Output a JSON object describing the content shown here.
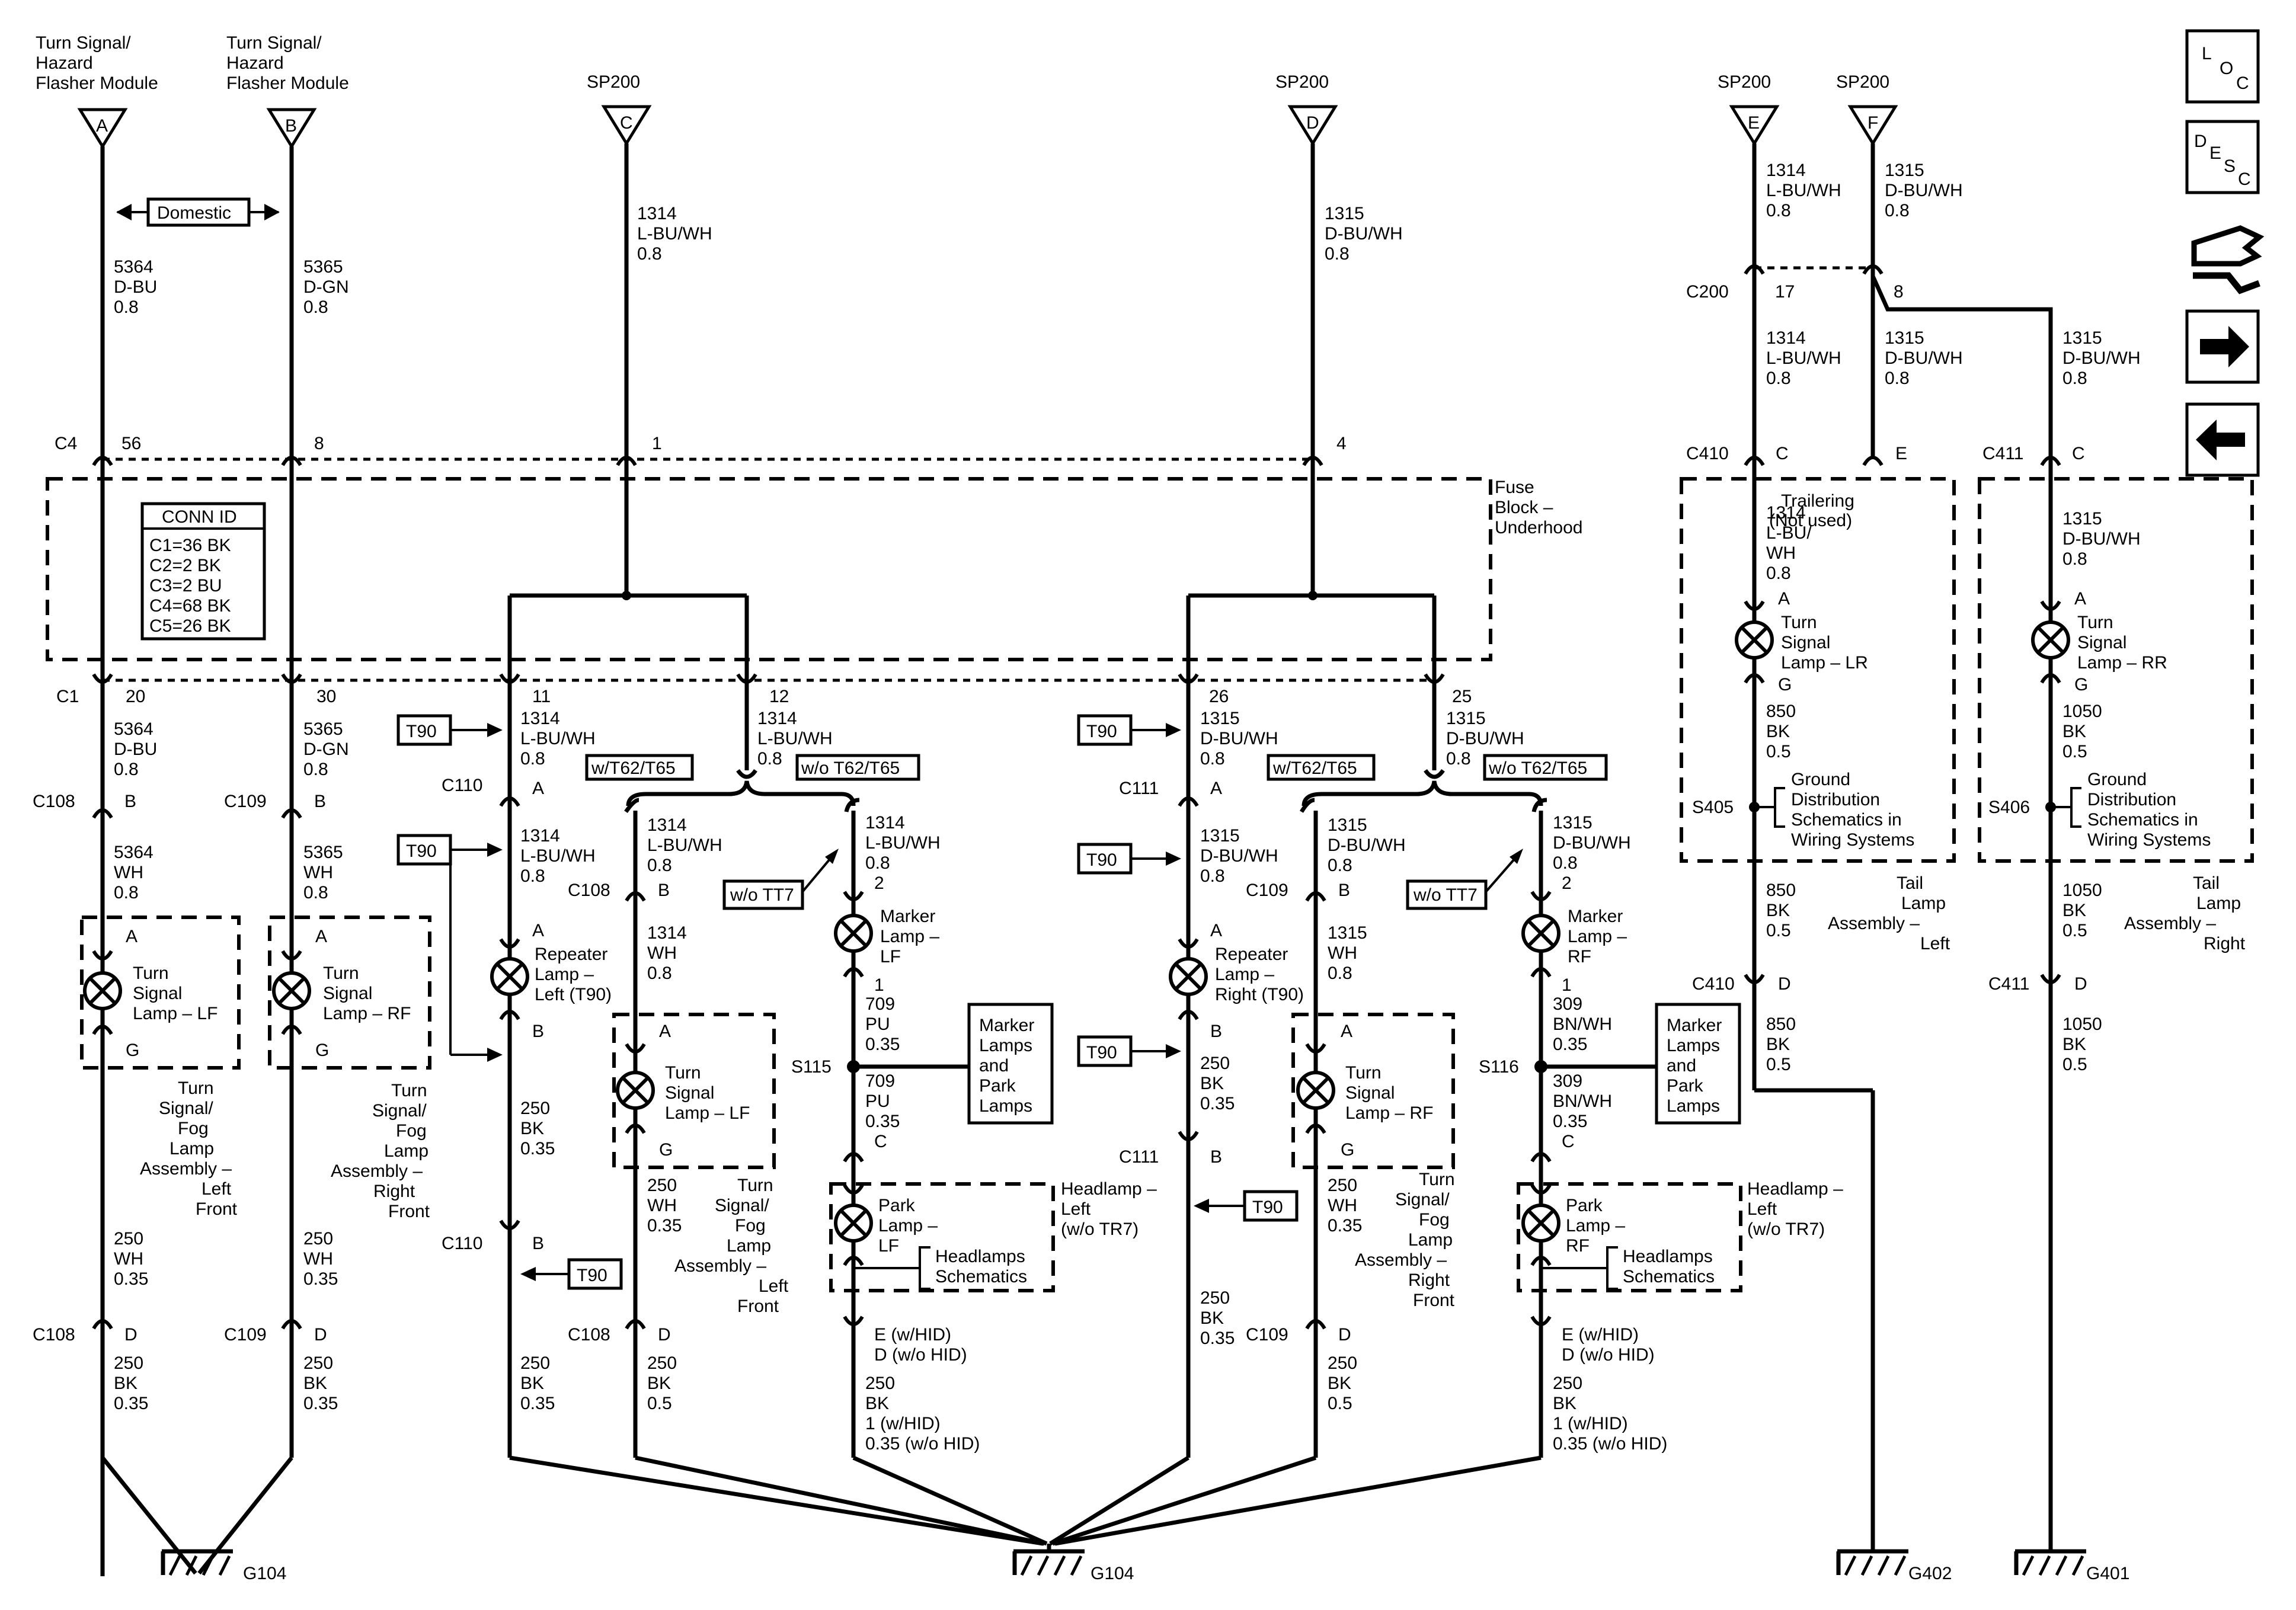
{
  "sources": {
    "tsa": [
      "Turn Signal/",
      "Hazard",
      "Flasher Module"
    ],
    "tsb": [
      "Turn Signal/",
      "Hazard",
      "Flasher Module"
    ],
    "sp": "SP200",
    "letters": [
      "A",
      "B",
      "C",
      "D",
      "E",
      "F"
    ],
    "domestic": "Domestic"
  },
  "fuse_block": [
    "Fuse",
    "Block –",
    "Underhood"
  ],
  "conn_id": {
    "title": "CONN ID",
    "rows": [
      "C1=36 BK",
      "C2=2 BK",
      "C3=2 BU",
      "C4=68 BK",
      "C5=26 BK"
    ]
  },
  "trailering": [
    "Trailering",
    "(Not used)"
  ],
  "icons": {
    "loc": [
      "L",
      "O",
      "C"
    ],
    "desc": [
      "D",
      "E",
      "S",
      "C"
    ]
  },
  "conn": {
    "c4": "C4",
    "c1": "C1",
    "c108": "C108",
    "c109": "C109",
    "c110": "C110",
    "c111": "C111",
    "c200": "C200",
    "c410": "C410",
    "c411": "C411"
  },
  "pins": {
    "p56": "56",
    "p8": "8",
    "p1": "1",
    "p4": "4",
    "p20": "20",
    "p30": "30",
    "p11": "11",
    "p12": "12",
    "p26": "26",
    "p25": "25",
    "p17": "17",
    "p8b": "8",
    "A": "A",
    "B": "B",
    "C": "C",
    "D": "D",
    "E": "E",
    "G": "G",
    "p2": "2",
    "p1b": "1"
  },
  "wires": {
    "w5364dbu": [
      "5364",
      "D-BU",
      "0.8"
    ],
    "w5365dgn": [
      "5365",
      "D-GN",
      "0.8"
    ],
    "w1314a": [
      "1314",
      "L-BU/WH",
      "0.8"
    ],
    "w1315a": [
      "1315",
      "D-BU/WH",
      "0.8"
    ],
    "w5364wh": [
      "5364",
      "WH",
      "0.8"
    ],
    "w5365wh": [
      "5365",
      "WH",
      "0.8"
    ],
    "w250wh035": [
      "250",
      "WH",
      "0.35"
    ],
    "w250bk035": [
      "250",
      "BK",
      "0.35"
    ],
    "w1314wh": [
      "1314",
      "WH",
      "0.8"
    ],
    "w1315wh": [
      "1315",
      "WH",
      "0.8"
    ],
    "w250bk05": [
      "250",
      "BK",
      "0.5"
    ],
    "w709pu": [
      "709",
      "PU",
      "0.35"
    ],
    "w309bn": [
      "309",
      "BN/WH",
      "0.35"
    ],
    "w250bk1": [
      "250",
      "BK",
      "1 (w/HID)",
      "0.35 (w/o HID)"
    ],
    "w1314lr": [
      "1314",
      "L-BU/",
      "WH",
      "0.8"
    ],
    "w850bk": [
      "850",
      "BK",
      "0.5"
    ],
    "w1050bk": [
      "1050",
      "BK",
      "0.5"
    ],
    "ed": [
      "E (w/HID)",
      "D (w/o HID)"
    ]
  },
  "options": {
    "t90": "T90",
    "wt62": "w/T62/T65",
    "wot62": "w/o T62/T65",
    "wott7": "w/o TT7"
  },
  "components": {
    "ts_lf": [
      "Turn",
      "Signal",
      "Lamp – LF"
    ],
    "ts_rf": [
      "Turn",
      "Signal",
      "Lamp – RF"
    ],
    "rep_l": [
      "Repeater",
      "Lamp –",
      "Left (T90)"
    ],
    "rep_r": [
      "Repeater",
      "Lamp –",
      "Right (T90)"
    ],
    "mk_lf": [
      "Marker",
      "Lamp –",
      "LF"
    ],
    "mk_rf": [
      "Marker",
      "Lamp –",
      "RF"
    ],
    "pk_lf": [
      "Park",
      "Lamp –",
      "LF"
    ],
    "pk_rf": [
      "Park",
      "Lamp –",
      "RF"
    ],
    "ts_lr": [
      "Turn",
      "Signal",
      "Lamp – LR"
    ],
    "ts_rr": [
      "Turn",
      "Signal",
      "Lamp – RR"
    ],
    "asm_lf": [
      "Turn",
      "Signal/",
      "Fog",
      "Lamp",
      "Assembly –",
      "Left",
      "Front"
    ],
    "asm_rf": [
      "Turn",
      "Signal/",
      "Fog",
      "Lamp",
      "Assembly –",
      "Right",
      "Front"
    ],
    "hl_left": [
      "Headlamp –",
      "Left",
      "(w/o TR7)"
    ],
    "tail_l": [
      "Tail",
      "Lamp",
      "Assembly –",
      "Left"
    ],
    "tail_r": [
      "Tail",
      "Lamp",
      "Assembly –",
      "Right"
    ]
  },
  "refs": {
    "marker_park": [
      "Marker",
      "Lamps",
      "and",
      "Park",
      "Lamps"
    ],
    "headlamps": [
      "Headlamps",
      "Schematics"
    ],
    "ground_dist": [
      "Ground",
      "Distribution",
      "Schematics in",
      "Wiring Systems"
    ]
  },
  "splices": {
    "s115": "S115",
    "s116": "S116",
    "s405": "S405",
    "s406": "S406"
  },
  "grounds": {
    "g104": "G104",
    "g402": "G402",
    "g401": "G401"
  }
}
